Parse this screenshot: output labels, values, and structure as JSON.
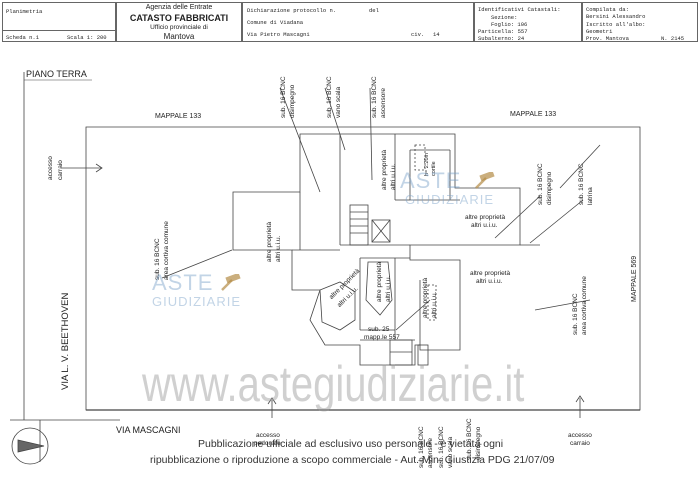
{
  "header": {
    "plan_type": "Planimetria",
    "sheet": "Scheda n.1",
    "scale": "Scala 1: 200",
    "agency": "Agenzia delle Entrate",
    "register": "CATASTO FABBRICATI",
    "office": "Ufficio provinciale di",
    "city": "Mantova",
    "protocol_label": "Dichiarazione protocollo n.",
    "protocol_del": "del",
    "comune": "Comune di Viadana",
    "address": "Via Pietro Mascagni",
    "civ": "civ.",
    "civ_number": "14",
    "identifiers_title": "Identificativi Catastali:",
    "sezione": "Sezione:",
    "foglio": "Foglio: 106",
    "particella": "Particella: 557",
    "subalterno": "Subalterno: 24",
    "compiled_by": "Compilata da:",
    "compiler_name": "Bersini Alessandro",
    "registered": "Iscritto all'albo:",
    "profession": "Geometri",
    "province": "Prov. Mantova",
    "number": "N. 2145"
  },
  "plan": {
    "floor_title": "PIANO TERRA",
    "mappale_133_left": "MAPPALE 133",
    "mappale_133_right": "MAPPALE 133",
    "mappale_569": "MAPPALE 569",
    "via_beethoven": "VIA L. V. BEETHOVEN",
    "via_mascagni": "VIA MASCAGNI",
    "accesso_carraio_left": [
      "accesso",
      "carraio"
    ],
    "accesso_carraio_right": [
      "accesso",
      "carraio"
    ],
    "accesso_pedonale": [
      "accesso",
      "pedonale"
    ],
    "sub16_area_left": [
      "sub. 16 BCNC",
      "area cortiva comune"
    ],
    "sub16_area_right": [
      "sub. 16 BCNC",
      "area cortiva comune"
    ],
    "sub16_disimpegno_top": [
      "sub. 16 BCNC",
      "disimpegno"
    ],
    "sub16_vano_scala": [
      "sub. 16 BCNC",
      "vano scala"
    ],
    "sub16_ascensore_top": [
      "sub. 16 BCNC",
      "ascensore"
    ],
    "sub16_disimpegno_right": [
      "sub. 16 BCNC",
      "disimpegno"
    ],
    "sub16_latrina": [
      "sub. 16 BCNC",
      "latrina"
    ],
    "sub16_bottom_1": [
      "sub. 16 BCNC",
      "ascensore"
    ],
    "sub16_bottom_2": [
      "sub. 16 BCNC",
      "vano scala"
    ],
    "sub16_bottom_3": [
      "sub. 16 BCNC",
      "disimpegno"
    ],
    "altre_proprieta": [
      "altre proprietà",
      "altri u.i.u."
    ],
    "sub25": [
      "sub. 25",
      "mapp.le 557"
    ],
    "h_label": "h= 2.20m",
    "cortile": "cortile"
  },
  "watermark": {
    "aste": "ASTE",
    "giudiziarie": "GIUDIZIARIE",
    "site": "www.astegiudiziarie.it"
  },
  "notice": {
    "line1": "Pubblicazione ufficiale ad esclusivo uso personale - è vietata ogni",
    "line2": "ripubblicazione o riproduzione a scopo commerciale - Aut. Min. Giustizia PDG 21/07/09"
  }
}
